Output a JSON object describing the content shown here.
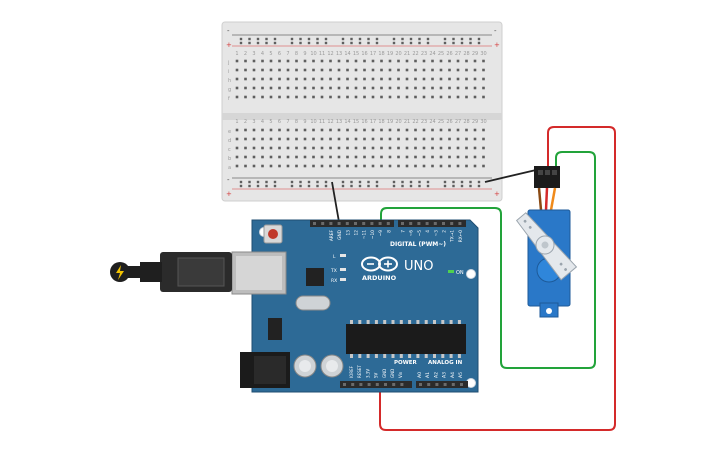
{
  "board": {
    "brand": "ARDUINO",
    "model": "UNO",
    "on_label": "ON",
    "digital_header_label": "DIGITAL (PWM~)",
    "power_label": "POWER",
    "analog_label": "ANALOG IN",
    "led_labels": [
      "L",
      "TX",
      "RX"
    ],
    "digital_pins": [
      "AREF",
      "GND",
      "13",
      "12",
      "~11",
      "~10",
      "~9",
      "8",
      "7",
      "~6",
      "~5",
      "4",
      "~3",
      "2",
      "TX→1",
      "RX←0"
    ],
    "power_pins": [
      "IOREF",
      "RESET",
      "3.3V",
      "5V",
      "GND",
      "GND",
      "Vin"
    ],
    "analog_pins": [
      "A0",
      "A1",
      "A2",
      "A3",
      "A4",
      "A5"
    ],
    "colors": {
      "pcb": "#2d6a96",
      "header": "#2b2b2b"
    }
  },
  "breadboard": {
    "row_letters_top": [
      "j",
      "i",
      "h",
      "g",
      "f"
    ],
    "row_letters_bottom": [
      "e",
      "d",
      "c",
      "b",
      "a"
    ],
    "rail_plus": "+",
    "rail_minus": "-",
    "column_count": 30
  },
  "wires": {
    "colors": {
      "power": "#d42a2a",
      "signal": "#22a33a",
      "ground": "#222222"
    }
  },
  "servo": {
    "color": "#2a78c8"
  }
}
